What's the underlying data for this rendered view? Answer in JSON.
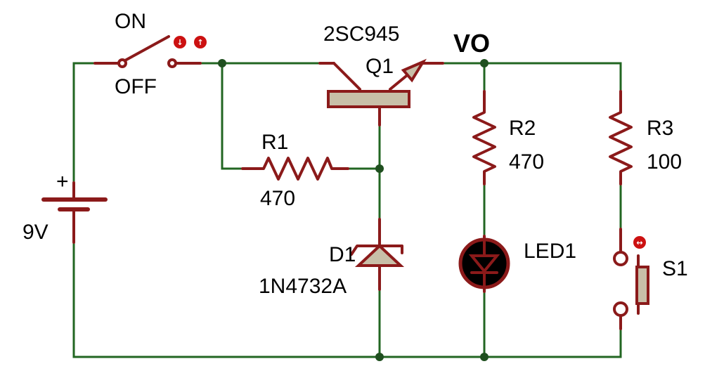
{
  "colors": {
    "wire": "#226622",
    "component": "#8b1a1a",
    "component_body": "#c8bfa8",
    "junction": "#1f4f1f",
    "control_button": "#cc1111",
    "text": "#000000"
  },
  "switch": {
    "on_label": "ON",
    "off_label": "OFF",
    "btn_down_icon": "arrow-down-icon",
    "btn_up_icon": "arrow-up-icon",
    "btn_down_glyph": "↓",
    "btn_up_glyph": "↑"
  },
  "transistor": {
    "part": "2SC945",
    "ref": "Q1"
  },
  "output_node": {
    "label": "VO"
  },
  "r1": {
    "ref": "R1",
    "value": "470"
  },
  "r2": {
    "ref": "R2",
    "value": "470"
  },
  "r3": {
    "ref": "R3",
    "value": "100"
  },
  "battery": {
    "plus": "+",
    "value": "9V"
  },
  "diode": {
    "ref": "D1",
    "part": "1N4732A"
  },
  "led": {
    "ref": "LED1"
  },
  "pushbutton": {
    "ref": "S1",
    "btn_icon": "swap-arrows-icon",
    "btn_glyph": "↔"
  }
}
